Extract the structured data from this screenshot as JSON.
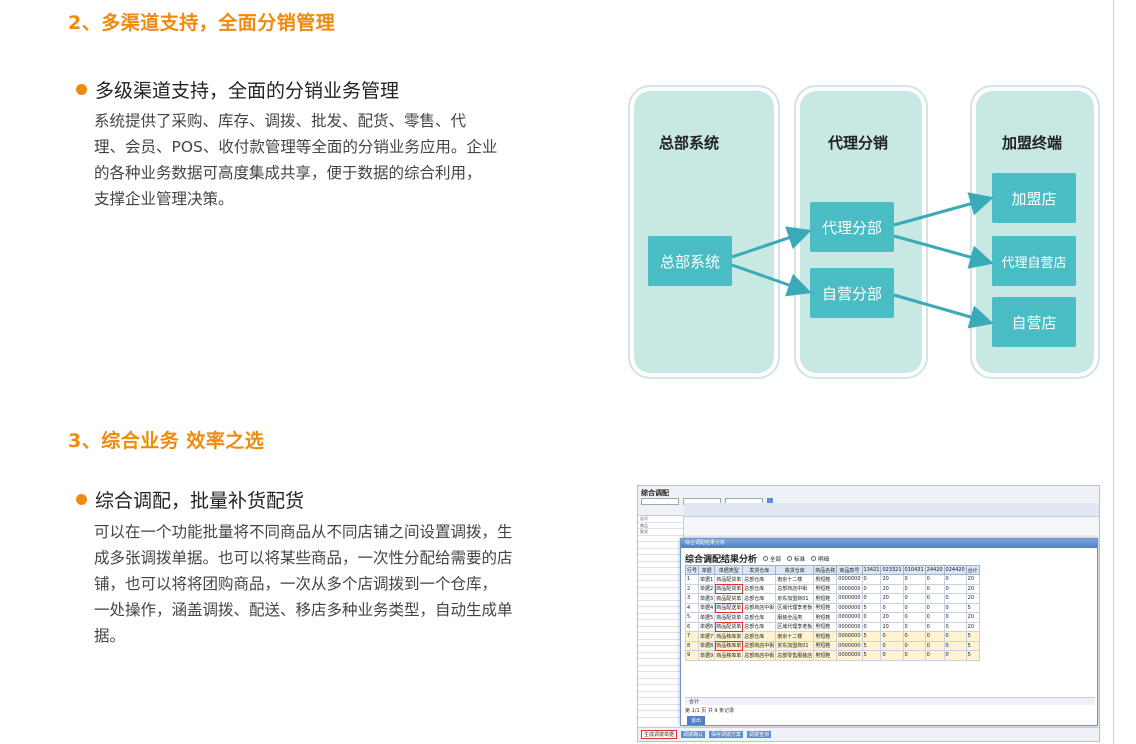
{
  "section2": {
    "title": "2、多渠道支持，全面分销管理",
    "bullet": "多级渠道支持，全面的分销业务管理",
    "lines": [
      "系统提供了采购、库存、调拨、批发、配货、零售、代",
      "理、会员、POS、收付款管理等全面的分销业务应用。企业",
      "的各种业务数据可高度集成共享，便于数据的综合利用，",
      "支撑企业管理决策。"
    ]
  },
  "diagram": {
    "columns": [
      "总部系统",
      "代理分销",
      "加盟终端"
    ],
    "hq_node": "总部系统",
    "mid_nodes": [
      "代理分部",
      "自营分部"
    ],
    "end_nodes": [
      "加盟店",
      "代理自营店",
      "自营店"
    ],
    "colors": {
      "panel": "#c8e8e4",
      "node": "#49bcc4",
      "arrow": "#3aaab8"
    }
  },
  "section3": {
    "title": "3、综合业务 效率之选",
    "bullet": "综合调配，批量补货配货",
    "lines": [
      "可以在一个功能批量将不同商品从不同店铺之间设置调拨，生",
      "成多张调拨单据。也可以将某些商品，一次性分配给需要的店",
      "铺，也可以将将团购商品，一次从多个店调拨到一个仓库，",
      "一处操作，涵盖调拨、配送、移店多种业务类型，自动生成单",
      "据。"
    ]
  },
  "screenshot": {
    "window_title": "综合调配",
    "dialog_bar": "综合调配结果分析",
    "dialog_title": "综合调配结果分析",
    "options": [
      "全部",
      "标准",
      "明细"
    ],
    "headers": [
      "行号",
      "单据",
      "单据类型",
      "发货仓库",
      "收货仓库",
      "商品名称",
      "商品款号",
      "13421",
      "023321",
      "010431",
      "24420",
      "024420",
      "合计"
    ],
    "rows": [
      [
        "1",
        "单据1",
        "商品配货单",
        "总部仓库",
        "南京十二楼",
        "男短鞋",
        "0000000",
        "0",
        "20",
        "0",
        "0",
        "0",
        "20"
      ],
      [
        "2",
        "单据2",
        "商品配货单",
        "总部仓库",
        "总部商店中街",
        "男短鞋",
        "0000000",
        "0",
        "20",
        "0",
        "0",
        "0",
        "20"
      ],
      [
        "3",
        "单据3",
        "商品配货单",
        "总部仓库",
        "京东加盟商01",
        "男短鞋",
        "0000000",
        "0",
        "20",
        "0",
        "0",
        "0",
        "20"
      ],
      [
        "4",
        "单据4",
        "商品配送单",
        "总部商店中街",
        "区域代理李老板",
        "男短鞋",
        "0000000",
        "5",
        "0",
        "0",
        "0",
        "0",
        "5"
      ],
      [
        "5",
        "单据5",
        "商品配货单",
        "总部仓库",
        "服装全品类",
        "男短鞋",
        "0000000",
        "0",
        "20",
        "0",
        "0",
        "0",
        "20"
      ],
      [
        "6",
        "单据6",
        "商品配货单",
        "总部仓库",
        "区域代理李老板",
        "男短鞋",
        "0000000",
        "0",
        "20",
        "0",
        "0",
        "0",
        "20"
      ],
      [
        "7",
        "单据7",
        "商品移库单",
        "总部仓库",
        "南京十二楼",
        "男短鞋",
        "0000000",
        "5",
        "0",
        "0",
        "0",
        "0",
        "5"
      ],
      [
        "8",
        "单据8",
        "商品移库单",
        "总部商店中街",
        "京东加盟商01",
        "男短鞋",
        "0000000",
        "5",
        "0",
        "0",
        "0",
        "0",
        "5"
      ],
      [
        "9",
        "单据9",
        "商品移库单",
        "总部商店中街",
        "总部零售服装店",
        "男短鞋",
        "0000000",
        "5",
        "0",
        "0",
        "0",
        "0",
        "5"
      ]
    ],
    "footer_label": "合计",
    "pager": "第 1/1 页  共 9 条记录",
    "ok_button": "退出",
    "bottom_buttons": [
      "生成调拨单据",
      "调拨确认",
      "保存调拨方案",
      "调拨查询"
    ],
    "bg_labels": [
      "店号",
      "商品",
      "款式"
    ]
  }
}
